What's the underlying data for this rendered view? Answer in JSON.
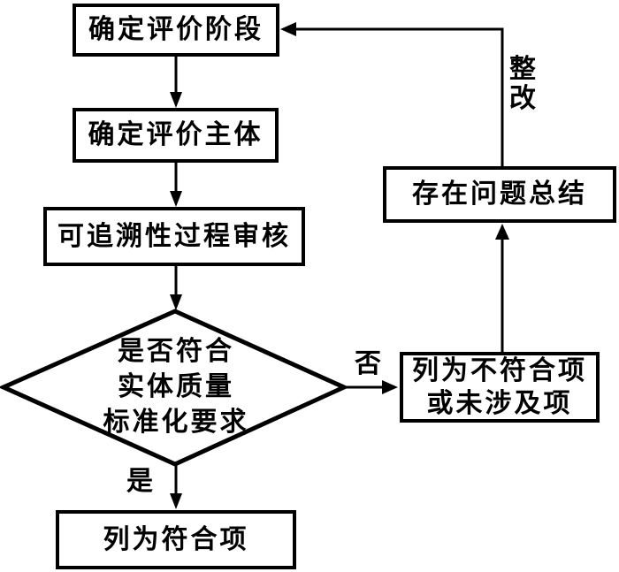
{
  "diagram": {
    "type": "flowchart",
    "nodes": {
      "stage": {
        "label": "确定评价阶段"
      },
      "subject": {
        "label": "确定评价主体"
      },
      "audit": {
        "label": "可追溯性过程审核"
      },
      "decision": {
        "line1": "是否符合",
        "line2": "实体质量",
        "line3": "标准化要求"
      },
      "nonconform": {
        "line1": "列为不符合项",
        "line2": "或未涉及项"
      },
      "problem": {
        "label": "存在问题总结"
      },
      "conform": {
        "label": "列为符合项"
      }
    },
    "edge_labels": {
      "no": "否",
      "yes": "是",
      "rectify": "整改"
    },
    "colors": {
      "stroke": "#000000",
      "background": "#ffffff",
      "text": "#000000"
    }
  }
}
